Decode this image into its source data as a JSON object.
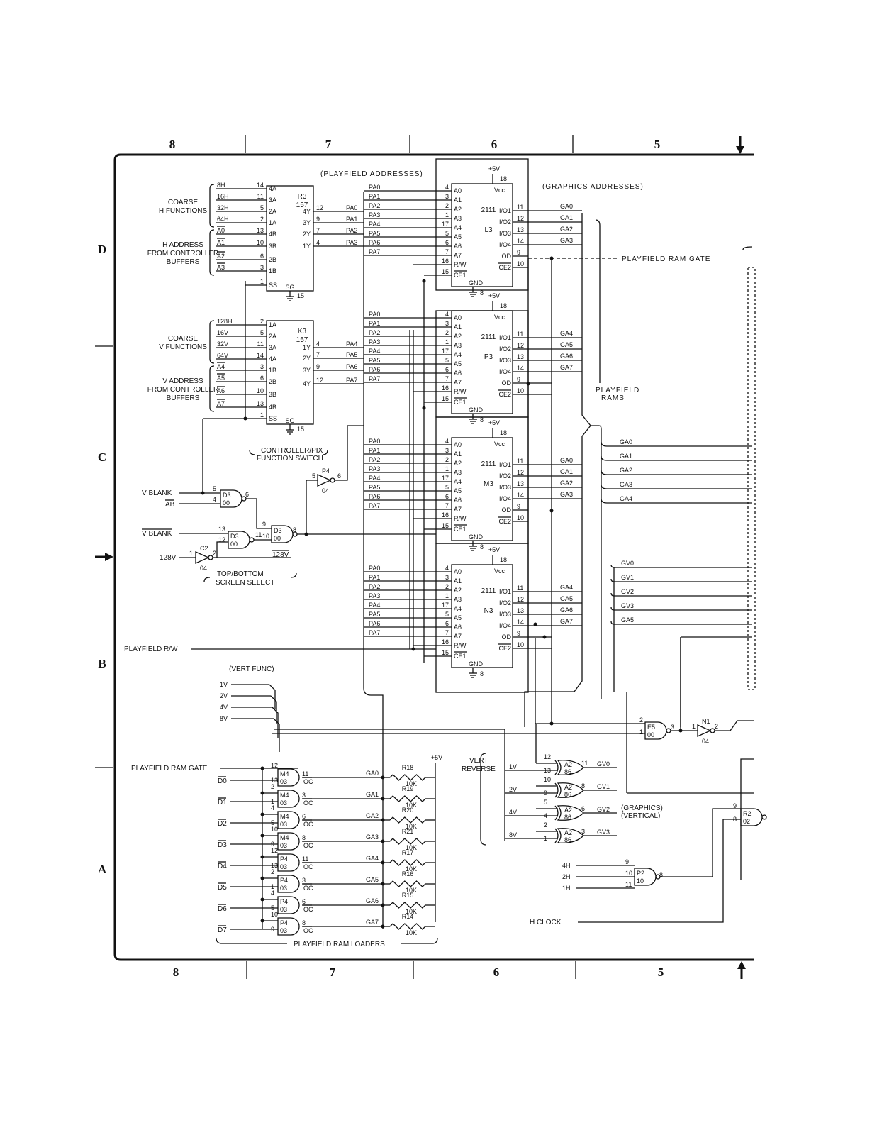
{
  "zones": {
    "columns": [
      "8",
      "7",
      "6",
      "5"
    ],
    "rows": [
      "D",
      "C",
      "B",
      "A"
    ]
  },
  "headings": {
    "playfield_addresses": "(PLAYFIELD ADDRESSES)",
    "graphics_addresses": "(GRAPHICS ADDRESSES)",
    "playfield_rams": [
      "PLAYFIELD",
      "RAMS"
    ],
    "playfield_ram_gate_note": "PLAYFIELD RAM GATE",
    "controller_switch": [
      "CONTROLLER/PIX",
      "FUNCTION SWITCH"
    ],
    "top_bottom": [
      "TOP/BOTTOM",
      "SCREEN SELECT"
    ],
    "vert_func": "(VERT FUNC)",
    "vert_reverse": [
      "VERT",
      "REVERSE"
    ],
    "graphics_vertical": [
      "(GRAPHICS)",
      "(VERTICAL)"
    ],
    "ram_loaders": "PLAYFIELD RAM LOADERS"
  },
  "mux_r3": {
    "ref": "R3",
    "part": "157",
    "groups": [
      {
        "title": [
          "COARSE",
          "H FUNCTIONS"
        ],
        "inputs": [
          "8H",
          "16H",
          "32H",
          "64H"
        ],
        "pins": [
          "14",
          "11",
          "5",
          "2"
        ],
        "ports": [
          "4A",
          "3A",
          "2A",
          "1A"
        ]
      },
      {
        "title": [
          "H ADDRESS",
          "FROM CONTROLLER",
          "BUFFERS"
        ],
        "inputs": [
          "A0",
          "A1",
          "A2",
          "A3"
        ],
        "pins": [
          "13",
          "10",
          "6",
          "3"
        ],
        "ports": [
          "4B",
          "3B",
          "2B",
          "1B"
        ]
      }
    ],
    "outputs": [
      "4Y",
      "3Y",
      "2Y",
      "1Y"
    ],
    "out_pins": [
      "12",
      "9",
      "7",
      "4"
    ],
    "out_nets": [
      "PA0",
      "PA1",
      "PA2",
      "PA3"
    ],
    "ss": "SS",
    "ss_pin": "1",
    "sg": "SG",
    "sg_pin": "15"
  },
  "mux_k3": {
    "ref": "K3",
    "part": "157",
    "groups": [
      {
        "title": [
          "COARSE",
          "V FUNCTIONS"
        ],
        "inputs": [
          "128H",
          "16V",
          "32V",
          "64V"
        ],
        "pins": [
          "2",
          "5",
          "11",
          "14"
        ],
        "ports": [
          "1A",
          "2A",
          "3A",
          "4A"
        ]
      },
      {
        "title": [
          "V ADDRESS",
          "FROM CONTROLLER",
          "BUFFERS"
        ],
        "inputs": [
          "A4",
          "A5",
          "A6",
          "A7"
        ],
        "pins": [
          "3",
          "6",
          "10",
          "13"
        ],
        "ports": [
          "1B",
          "2B",
          "3B",
          "4B"
        ]
      }
    ],
    "outputs": [
      "1Y",
      "2Y",
      "3Y",
      "4Y"
    ],
    "out_pins": [
      "4",
      "7",
      "9",
      "12"
    ],
    "out_nets": [
      "PA4",
      "PA5",
      "PA6",
      "PA7"
    ],
    "ss": "SS",
    "ss_pin": "1",
    "sg": "SG",
    "sg_pin": "15"
  },
  "rams": [
    {
      "ref": "L3",
      "part": "2111",
      "outs": [
        "GA0",
        "GA1",
        "GA2",
        "GA3"
      ]
    },
    {
      "ref": "P3",
      "part": "2111",
      "outs": [
        "GA4",
        "GA5",
        "GA6",
        "GA7"
      ]
    },
    {
      "ref": "M3",
      "part": "2111",
      "outs": [
        "GA0",
        "GA1",
        "GA2",
        "GA3"
      ]
    },
    {
      "ref": "N3",
      "part": "2111",
      "outs": [
        "GA4",
        "GA5",
        "GA6",
        "GA7"
      ]
    }
  ],
  "ram_pins": {
    "addr_ports": [
      "A0",
      "A1",
      "A2",
      "A3",
      "A4",
      "A5",
      "A6",
      "A7"
    ],
    "addr_pins": [
      "4",
      "3",
      "2",
      "1",
      "17",
      "5",
      "6",
      "7"
    ],
    "addr_nets": [
      "PA0",
      "PA1",
      "PA2",
      "PA3",
      "PA4",
      "PA5",
      "PA6",
      "PA7"
    ],
    "io_ports": [
      "I/O1",
      "I/O2",
      "I/O3",
      "I/O4",
      "OD",
      "CE2"
    ],
    "io_pins": [
      "11",
      "12",
      "13",
      "14",
      "9",
      "10"
    ],
    "rw": "R/W",
    "rw_pin": "16",
    "ce1": "CE1",
    "ce1_pin": "15",
    "vcc": "Vcc",
    "vcc_pin": "18",
    "gnd": "GND",
    "gnd_pin": "8",
    "supply": "+5V"
  },
  "gates": {
    "vblank": "V BLANK",
    "ab": "AB",
    "vblank_bar": "V BLANK",
    "v128": "128V",
    "v128_bar": "128V",
    "d3a": {
      "ref": "D3",
      "type": "00",
      "pins": [
        "5",
        "4",
        "6"
      ]
    },
    "d3b": {
      "ref": "D3",
      "type": "00",
      "pins": [
        "13",
        "12",
        "11"
      ]
    },
    "d3c": {
      "ref": "D3",
      "type": "00",
      "pins": [
        "9",
        "10",
        "8"
      ]
    },
    "c2": {
      "ref": "C2",
      "type": "04",
      "pins": [
        "1",
        "2"
      ]
    },
    "p4": {
      "ref": "P4",
      "type": "04",
      "pins": [
        "5",
        "6"
      ]
    },
    "playfield_rw": "PLAYFIELD R/W",
    "e5": {
      "ref": "E5",
      "type": "00",
      "pins": [
        "2",
        "1",
        "3"
      ]
    },
    "n1": {
      "ref": "N1",
      "type": "04",
      "pins": [
        "1",
        "2"
      ]
    },
    "p2": {
      "ref": "P2",
      "type": "10",
      "pins": [
        "9",
        "10",
        "11",
        "8"
      ],
      "inputs": [
        "4H",
        "2H",
        "1H"
      ]
    },
    "h_clock": "H CLOCK",
    "r2": {
      "ref": "R2",
      "type": "02",
      "pins": [
        "9",
        "8"
      ]
    }
  },
  "vert": {
    "inputs": [
      "1V",
      "2V",
      "4V",
      "8V"
    ],
    "xor": [
      {
        "ref": "A2",
        "type": "86",
        "pins": [
          "12",
          "13",
          "11"
        ],
        "out": "GV0"
      },
      {
        "ref": "A2",
        "type": "86",
        "pins": [
          "10",
          "9",
          "8"
        ],
        "out": "GV1"
      },
      {
        "ref": "A2",
        "type": "86",
        "pins": [
          "5",
          "4",
          "6"
        ],
        "out": "GV2"
      },
      {
        "ref": "A2",
        "type": "86",
        "pins": [
          "2",
          "1",
          "3"
        ],
        "out": "GV3"
      }
    ]
  },
  "right_bus": {
    "ga": [
      "GA0",
      "GA1",
      "GA2",
      "GA3",
      "GA4"
    ],
    "gv": [
      "GV0",
      "GV1",
      "GV2",
      "GV3",
      "GA5"
    ]
  },
  "loaders": {
    "gate_label": "PLAYFIELD RAM GATE",
    "data": [
      "D0",
      "D1",
      "D2",
      "D3",
      "D4",
      "D5",
      "D6",
      "D7"
    ],
    "gates": [
      {
        "ref": "M4",
        "type": "03",
        "pins": [
          "12",
          "13",
          "11"
        ],
        "out": "GA0",
        "res": "R18"
      },
      {
        "ref": "M4",
        "type": "03",
        "pins": [
          "2",
          "1",
          "3"
        ],
        "out": "GA1",
        "res": "R19"
      },
      {
        "ref": "M4",
        "type": "03",
        "pins": [
          "4",
          "5",
          "6"
        ],
        "out": "GA2",
        "res": "R20"
      },
      {
        "ref": "M4",
        "type": "03",
        "pins": [
          "10",
          "9",
          "8"
        ],
        "out": "GA3",
        "res": "R21"
      },
      {
        "ref": "P4",
        "type": "03",
        "pins": [
          "12",
          "13",
          "11"
        ],
        "out": "GA4",
        "res": "R17"
      },
      {
        "ref": "P4",
        "type": "03",
        "pins": [
          "2",
          "1",
          "3"
        ],
        "out": "GA5",
        "res": "R16"
      },
      {
        "ref": "P4",
        "type": "03",
        "pins": [
          "4",
          "5",
          "6"
        ],
        "out": "GA6",
        "res": "R15"
      },
      {
        "ref": "P4",
        "type": "03",
        "pins": [
          "10",
          "9",
          "8"
        ],
        "out": "GA7",
        "res": "R14"
      }
    ],
    "oc": "OC",
    "res_value": "10K",
    "supply": "+5V"
  }
}
